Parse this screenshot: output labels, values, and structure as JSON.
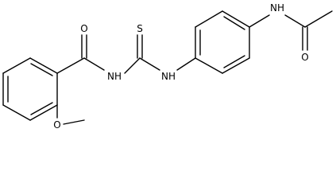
{
  "labels": {
    "carbonyl_o_left": "O",
    "thio_s": "S",
    "amide_nh_left": "NH",
    "thiourea_nh_right": "NH",
    "acetamido_nh": "NH",
    "acetyl_o": "O",
    "methoxy_o": "O"
  },
  "colors": {
    "bond": "#000000",
    "text": "#000000",
    "background": "#ffffff"
  }
}
